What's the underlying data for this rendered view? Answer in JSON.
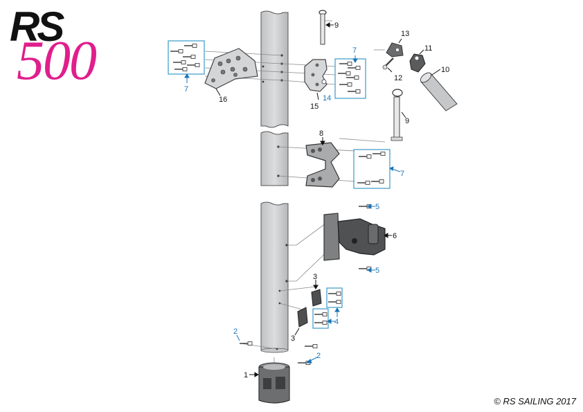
{
  "logo": {
    "rs": "RS",
    "model": "500"
  },
  "copyright": "© RS SAILING 2017",
  "colors": {
    "accent_magenta": "#e01e8c",
    "label_blue": "#1a74b8",
    "mast": "#cfd1d2",
    "part_dark": "#4a4b4d"
  },
  "labels": {
    "p1": "1",
    "p2a": "2",
    "p2b": "2",
    "p3a": "3",
    "p3b": "3",
    "p4": "4",
    "p5a": "5",
    "p5b": "5",
    "p6": "6",
    "p7a": "7",
    "p7b": "7",
    "p7c": "7",
    "p8": "8",
    "p9a": "9",
    "p9b": "9",
    "p10": "10",
    "p11": "11",
    "p12": "12",
    "p13": "13",
    "p14": "14",
    "p15": "15",
    "p16": "16"
  }
}
